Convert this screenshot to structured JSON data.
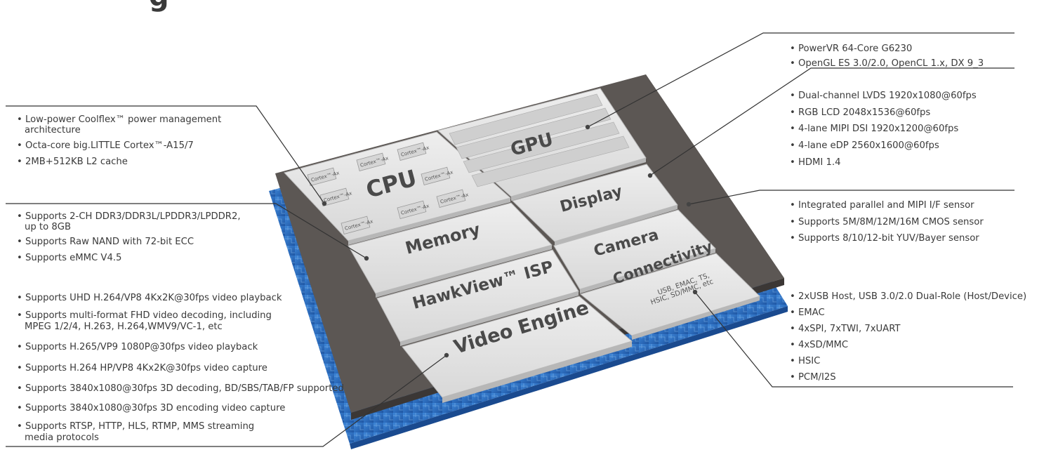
{
  "heading_fragment": "g",
  "blocks": {
    "cpu": "CPU",
    "gpu": "GPU",
    "display": "Display",
    "memory": "Memory",
    "camera": "Camera",
    "isp": "HawkView™ ISP",
    "connectivity": "Connectivity",
    "connectivity_sub1": "USB, EMAC, TS,",
    "connectivity_sub2": "HSIC, SD/MMC, etc",
    "video": "Video Engine",
    "core_label": "Cortex™-Ax"
  },
  "annotations": {
    "cpu": [
      "• Low-power Coolflex™ power management",
      "architecture",
      "• Octa-core big.LITTLE Cortex™-A15/7",
      "• 2MB+512KB L2 cache"
    ],
    "memory": [
      "• Supports 2-CH DDR3/DDR3L/LPDDR3/LPDDR2,",
      "up to 8GB",
      "• Supports Raw NAND with 72-bit ECC",
      "• Supports eMMC V4.5"
    ],
    "video": [
      "• Supports UHD H.264/VP8 4Kx2K@30fps video playback",
      "• Supports multi-format FHD video decoding, including",
      "MPEG 1/2/4, H.263, H.264,WMV9/VC-1, etc",
      "• Supports H.265/VP9 1080P@30fps video playback",
      "• Supports H.264 HP/VP8 4Kx2K@30fps video capture",
      "• Supports 3840x1080@30fps 3D decoding, BD/SBS/TAB/FP supported",
      "• Supports 3840x1080@30fps 3D encoding video capture",
      "• Supports RTSP, HTTP, HLS, RTMP, MMS streaming",
      "media protocols"
    ],
    "gpu": [
      "• PowerVR 64-Core G6230",
      "• OpenGL ES 3.0/2.0, OpenCL 1.x, DX 9_3"
    ],
    "display": [
      "• Dual-channel LVDS 1920x1080@60fps",
      "• RGB LCD 2048x1536@60fps",
      "• 4-lane MIPI DSI 1920x1200@60fps",
      "• 4-lane eDP 2560x1600@60fps",
      "• HDMI 1.4"
    ],
    "camera": [
      "• Integrated parallel and MIPI I/F sensor",
      "• Supports 5M/8M/12M/16M CMOS sensor",
      "• Supports 8/10/12-bit YUV/Bayer sensor"
    ],
    "connectivity": [
      "• 2xUSB Host, USB 3.0/2.0 Dual-Role (Host/Device)",
      "• EMAC",
      "• 4xSPI, 7xTWI, 7xUART",
      "• 4xSD/MMC",
      "• HSIC",
      "• PCM/I2S"
    ]
  },
  "colors": {
    "substrate": "#2f6fc1",
    "base_plate": "#5a5552",
    "block_top": "#e4e4e4",
    "block_side": "#b7b7b7",
    "text": "#3a3a3a"
  }
}
